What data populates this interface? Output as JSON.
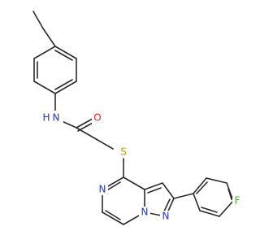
{
  "molecule": {
    "colors": {
      "bond": "#2b2b2b",
      "carbon": "#2b2b2b",
      "nitrogen": "#2233ee",
      "oxygen": "#ee2211",
      "sulfur": "#b3a000",
      "fluorine": "#44bb22"
    },
    "labels": {
      "amide_nh": "N",
      "amide_h": "H",
      "carbonyl_o": "O",
      "thioether_s": "S",
      "pyrazine_n": "N",
      "bridge_n": "N",
      "pyrazole_n": "N",
      "fluorine": "F"
    }
  }
}
